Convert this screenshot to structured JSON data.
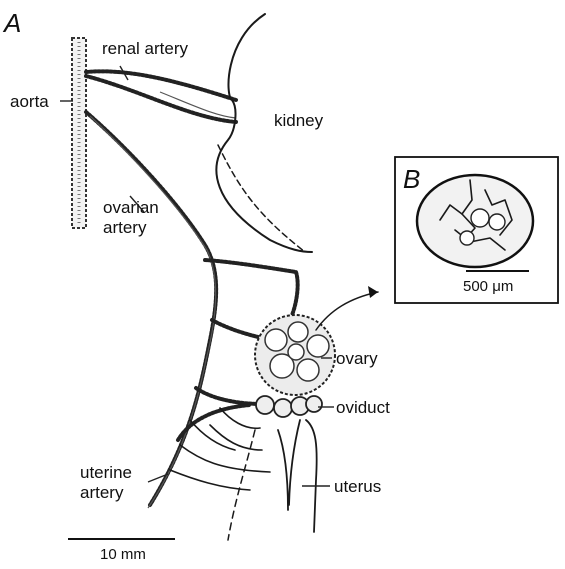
{
  "panels": {
    "a_label": "A",
    "b_label": "B"
  },
  "labels": {
    "renal_artery": "renal artery",
    "aorta": "aorta",
    "kidney": "kidney",
    "ovarian_artery_line1": "ovarian",
    "ovarian_artery_line2": "artery",
    "ovary": "ovary",
    "oviduct": "oviduct",
    "uterine_artery_line1": "uterine",
    "uterine_artery_line2": "artery",
    "uterus": "uterus"
  },
  "scale_bars": {
    "main": "10 mm",
    "inset": "500 μm"
  }
}
